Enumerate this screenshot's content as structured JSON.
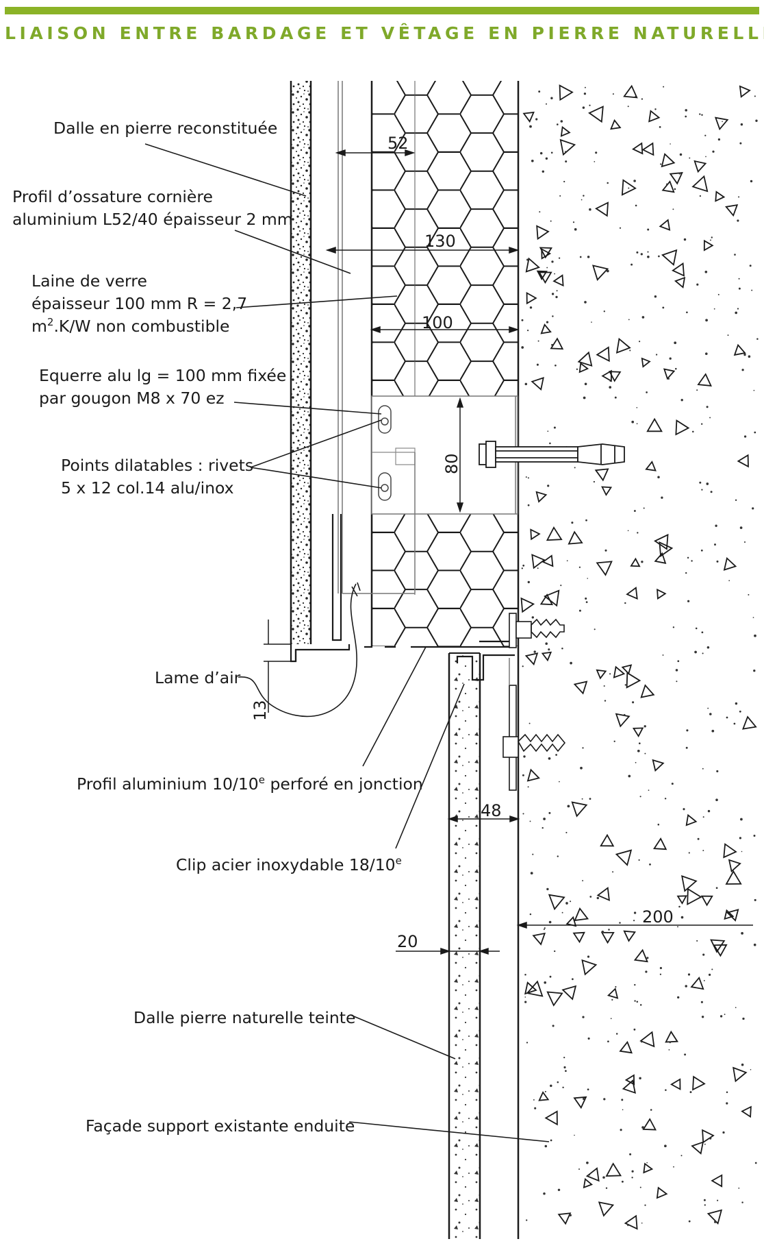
{
  "title": "LIAISON ENTRE BARDAGE ET VÊTAGE EN PIERRE NATURELLE",
  "labels": {
    "dalle_reconstituee": "Dalle en pierre reconstituée",
    "profil_ossature_1": "Profil d’ossature cornière",
    "profil_ossature_2": "aluminium L52/40 épaisseur 2 mm",
    "laine_1": "Laine de verre",
    "laine_2": "épaisseur 100 mm R = 2,7",
    "laine_3a": "m",
    "laine_3sup": "2",
    "laine_3b": ".K/W non combustible",
    "equerre_1": "Equerre alu lg = 100 mm fixée",
    "equerre_2": "par gougon M8 x 70 ez",
    "points_1": "Points dilatables : rivets",
    "points_2": "5 x 12 col.14 alu/inox",
    "lame_air": "Lame d’air",
    "profil_alu_a": "Profil aluminium 10/10",
    "profil_alu_sup": "e",
    "profil_alu_b": " perforé en jonction",
    "clip_a": "Clip acier inoxydable 18/10",
    "clip_sup": "e",
    "dalle_naturelle": "Dalle pierre naturelle teinte",
    "facade": "Façade support existante enduite"
  },
  "dimensions": {
    "d52": "52",
    "d130": "130",
    "d100": "100",
    "d80": "80",
    "d13": "13",
    "d48": "48",
    "d20": "20",
    "d200": "200"
  },
  "colors": {
    "accent": "#8bb327",
    "title": "#7fa92a",
    "line": "#1a1a1a"
  }
}
